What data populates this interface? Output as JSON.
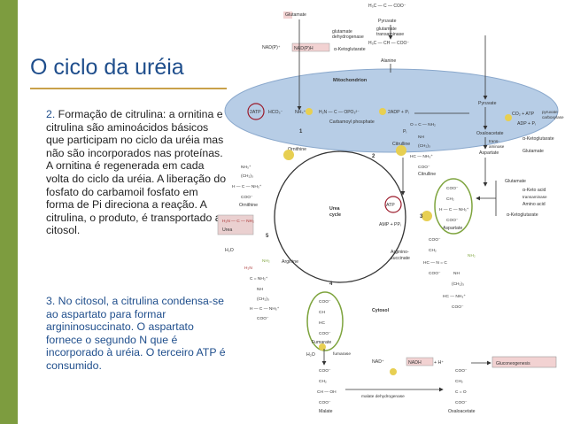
{
  "slide": {
    "title": "O ciclo da uréia",
    "paragraphs": [
      {
        "number": "2.",
        "text": " Formação de citrulina: a ornitina e citrulina são aminoácidos básicos que participam no ciclo da uréia mas não são incorporados nas proteínas. A ornitina é regenerada em cada volta do ciclo da uréia. A liberação do fosfato do carbamoil fosfato em forma de Pi direciona a reação. A citrulina, o produto, é transportado ao citosol."
      },
      {
        "number": "3.",
        "text": " No citosol, a citrulina condensa-se ao aspartato para formar argininosuccinato. O aspartato fornece o segundo N que é incorporado à uréia. O terceiro ATP é consumido."
      }
    ]
  },
  "diagram": {
    "mitochondrion_label": "Mitochondrion",
    "cytosol_label": "Cytosol",
    "urea_cycle_label": [
      "Urea",
      "cycle"
    ],
    "metabolites": {
      "glutamate": "Glutamate",
      "pyruvate": "Pyruvate",
      "glutamate_dehydrogenase": [
        "glutamate",
        "dehydrogenase"
      ],
      "nad_in": "NAD(P)⁺",
      "nadph": "NAD(P)H",
      "aketoglutarate_top": "α-Ketoglutarate",
      "glutamate_transaminase": [
        "glutamate",
        "transaminase"
      ],
      "alanine": "Alanine",
      "atp2": "2ATP",
      "hco3": "HCO₃⁻",
      "nh4": "NH₄⁺",
      "carbamoyl_phosphate": "Carbamoyl phosphate",
      "adp_pi": "2ADP + Pᵢ",
      "pyruvate_right": "Pyruvate",
      "co2_atp": "CO₂ + ATP",
      "adp_pi_right": "ADP + Pᵢ",
      "pyruvate_carboxylase": [
        "pyruvate",
        "carboxylase"
      ],
      "oxaloacetate_mito": "Oxaloacetate",
      "transaminase": [
        "trans-",
        "aminase"
      ],
      "aketoglutarate_mid": "α-Ketoglutarate",
      "glutamate_mid": "Glutamate",
      "aspartate": "Aspartate",
      "ornithine": "Ornithine",
      "citrulline": "Citrulline",
      "pi": "Pᵢ",
      "atp": "ATP",
      "amp_ppi": "AMP + PPᵢ",
      "aspartate_cyto": "Aspartate",
      "urea": "Urea",
      "h2o": "H₂O",
      "arginine": "Arginine",
      "argininosuccinate": [
        "Arginino-",
        "succinate"
      ],
      "fumarate": "Fumarate",
      "fumarase": "fumarase",
      "h2o_fum": "H₂O",
      "malate": "Malate",
      "nad_plus": "NAD⁺",
      "nadh": "NADH",
      "h_plus": "+ H⁺",
      "malate_dehydrogenase": "malate dehydrogenase",
      "oxaloacetate_cyto": "Oxaloacetate",
      "gluconeogenesis": "Gluconeogenesis",
      "aketo_acid": "α-Keto acid",
      "transaminase_right": "transaminase",
      "amino_acid": "Amino acid",
      "aketoglutarate_bottom": "α-Ketoglutarate",
      "glutamate_bottom": "Glutamate"
    },
    "steps": [
      "1",
      "2",
      "3",
      "4",
      "5"
    ]
  }
}
